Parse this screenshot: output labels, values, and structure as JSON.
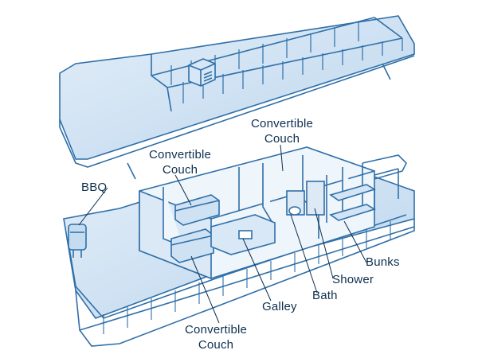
{
  "diagram": {
    "subject": "houseboat cutaway sketch",
    "line_color": "#2f6fa8",
    "shade_color": "#cfe2f3",
    "labels": {
      "convertible_couch_top": [
        "Convertible",
        "Couch"
      ],
      "convertible_couch_mid": [
        "Convertible",
        "Couch"
      ],
      "bbq": "BBQ",
      "bunks": "Bunks",
      "shower": "Shower",
      "bath": "Bath",
      "galley": "Galley",
      "convertible_couch_bottom": [
        "Convertible",
        "Couch"
      ]
    }
  }
}
